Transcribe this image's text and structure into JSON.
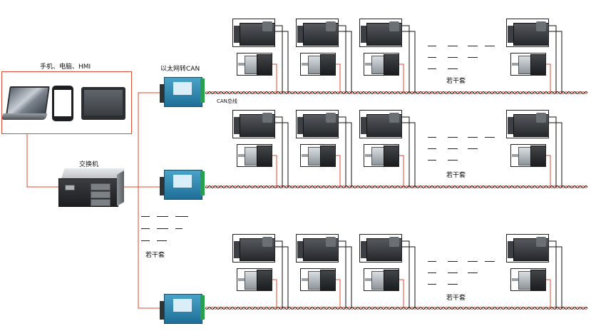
{
  "labels": {
    "hmi_group": "手机、电脑、HMI",
    "gateway": "以太网转CAN",
    "can_bus": "CAN总线",
    "switch": "交换机",
    "several_left": "若干套",
    "several_row1": "若干套",
    "several_row2": "若干套",
    "several_row3": "若干套"
  },
  "icons": [
    "laptop-icon",
    "smartphone-icon",
    "hmi-panel-icon",
    "switch-icon",
    "gateway-icon",
    "servo-driver-icon",
    "stepper-motor-icon"
  ],
  "colors": {
    "ethernet": "#e14a32",
    "can_bus_red": "#e14a32",
    "can_bus_black": "#111111",
    "gateway_body": "#2a82ad"
  }
}
